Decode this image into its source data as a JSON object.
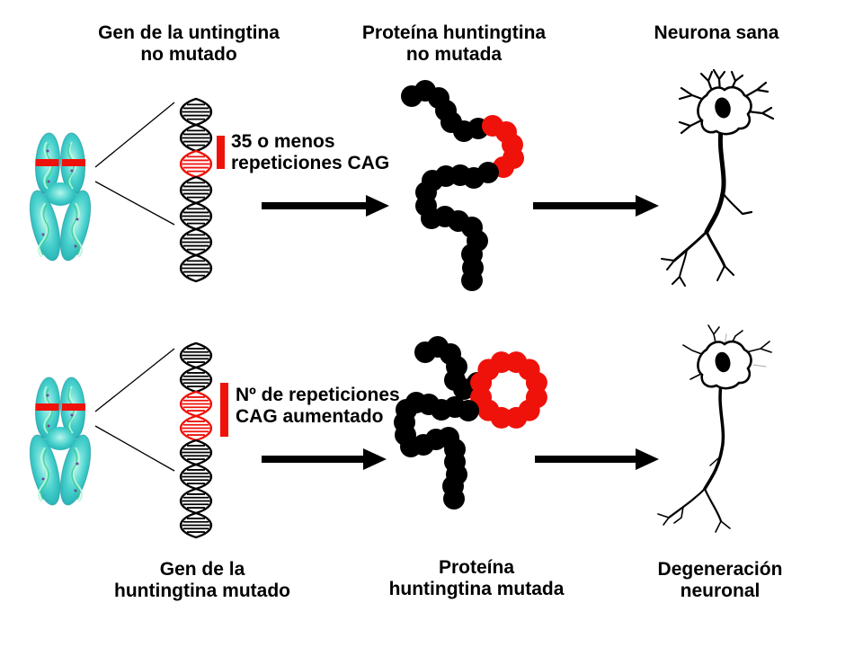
{
  "colors": {
    "red": "#ee120a",
    "black": "#000000",
    "chromosome_teal": "#46d0cc",
    "chromosome_dark": "#12a0a8",
    "chromosome_light": "#b5f5ec",
    "background": "#ffffff"
  },
  "top_row": {
    "gene_title": "Gen de la untingtina\nno mutado",
    "protein_title": "Proteína huntingtina\nno mutada",
    "neuron_title": "Neurona sana",
    "cag_label": "35 o menos\nrepeticiones CAG"
  },
  "bottom_row": {
    "gene_title": "Gen de la\nhuntingtina mutado",
    "protein_title": "Proteína\nhuntingtina mutada",
    "neuron_title": "Degeneración\nneuronal",
    "cag_label": "Nº de repeticiones\nCAG aumentado"
  },
  "dna": {
    "normal": {
      "segments": 7,
      "red_segments": [
        2
      ]
    },
    "mutated": {
      "segments": 8,
      "red_segments": [
        2,
        3
      ]
    }
  },
  "proteins": {
    "normal": {
      "black_beads": 22,
      "red_beads": 5
    },
    "mutated": {
      "black_beads": 24,
      "red_beads": 12
    }
  }
}
